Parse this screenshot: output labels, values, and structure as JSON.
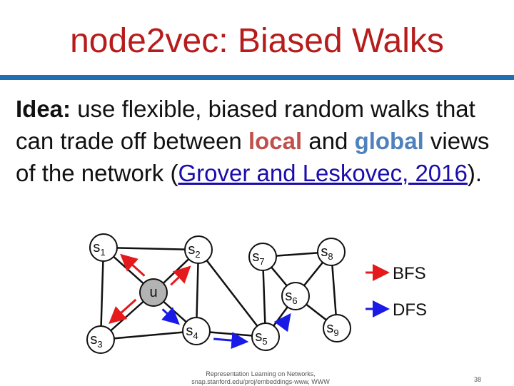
{
  "slide": {
    "title": "node2vec: Biased Walks",
    "idea_label": "Idea:",
    "text_1": " use flexible, biased random walks that can trade off between ",
    "local": "local",
    "text_2": " and ",
    "global": "global",
    "text_3": " views of the network (",
    "citation": "Grover and Leskovec, 2016",
    "text_4": ")."
  },
  "graph": {
    "nodes": [
      {
        "id": "u",
        "base": "u",
        "sub": "",
        "center": true
      },
      {
        "id": "s1",
        "base": "s",
        "sub": "1"
      },
      {
        "id": "s2",
        "base": "s",
        "sub": "2"
      },
      {
        "id": "s3",
        "base": "s",
        "sub": "3"
      },
      {
        "id": "s4",
        "base": "s",
        "sub": "4"
      },
      {
        "id": "s5",
        "base": "s",
        "sub": "5"
      },
      {
        "id": "s6",
        "base": "s",
        "sub": "6"
      },
      {
        "id": "s7",
        "base": "s",
        "sub": "7"
      },
      {
        "id": "s8",
        "base": "s",
        "sub": "8"
      },
      {
        "id": "s9",
        "base": "s",
        "sub": "9"
      }
    ],
    "edges": [
      [
        "s1",
        "s2"
      ],
      [
        "s1",
        "s3"
      ],
      [
        "s1",
        "u"
      ],
      [
        "s2",
        "u"
      ],
      [
        "s2",
        "s4"
      ],
      [
        "s2",
        "s5"
      ],
      [
        "s3",
        "u"
      ],
      [
        "s3",
        "s4"
      ],
      [
        "u",
        "s4"
      ],
      [
        "s4",
        "s5"
      ],
      [
        "s5",
        "s7"
      ],
      [
        "s5",
        "s6"
      ],
      [
        "s6",
        "s7"
      ],
      [
        "s6",
        "s8"
      ],
      [
        "s6",
        "s9"
      ],
      [
        "s7",
        "s8"
      ],
      [
        "s8",
        "s9"
      ]
    ],
    "bfs_arrows": [
      [
        "u",
        "s1"
      ],
      [
        "u",
        "s2"
      ],
      [
        "u",
        "s3"
      ]
    ],
    "dfs_arrows": [
      [
        "u",
        "s4"
      ],
      [
        "s4",
        "s5"
      ],
      [
        "s5",
        "s6"
      ]
    ],
    "legend": [
      {
        "label": "BFS",
        "color": "#e41a1c"
      },
      {
        "label": "DFS",
        "color": "#1a1ae6"
      }
    ]
  },
  "footer": {
    "line1": "Representation Learning on Networks,",
    "line2": "snap.stanford.edu/proj/embeddings-www, WWW",
    "page": "38"
  }
}
